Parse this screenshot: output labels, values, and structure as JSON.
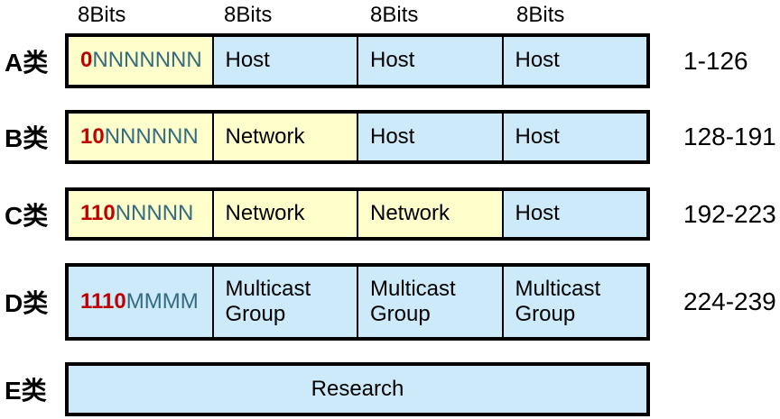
{
  "header": {
    "bits_labels": [
      "8Bits",
      "8Bits",
      "8Bits",
      "8Bits"
    ]
  },
  "colors": {
    "cell_yellow": "#FFFFCC",
    "cell_blue": "#CDEAFA",
    "bit_prefix_red": "#C00000",
    "bit_letters_teal": "#336B80",
    "border_black": "#000000",
    "background_white": "#FFFFFF"
  },
  "rows": [
    {
      "class_label": "A类",
      "range": "1-126",
      "cells": [
        {
          "prefix": "0",
          "suffix": "NNNNNNN",
          "bg": "yellow"
        },
        {
          "text": "Host",
          "bg": "blue"
        },
        {
          "text": "Host",
          "bg": "blue"
        },
        {
          "text": "Host",
          "bg": "blue"
        }
      ]
    },
    {
      "class_label": "B类",
      "range": "128-191",
      "cells": [
        {
          "prefix": "10",
          "suffix": "NNNNNN",
          "bg": "yellow"
        },
        {
          "text": "Network",
          "bg": "yellow"
        },
        {
          "text": "Host",
          "bg": "blue"
        },
        {
          "text": "Host",
          "bg": "blue"
        }
      ]
    },
    {
      "class_label": "C类",
      "range": "192-223",
      "cells": [
        {
          "prefix": "110",
          "suffix": "NNNNN",
          "bg": "yellow"
        },
        {
          "text": "Network",
          "bg": "yellow"
        },
        {
          "text": "Network",
          "bg": "yellow"
        },
        {
          "text": "Host",
          "bg": "blue"
        }
      ]
    },
    {
      "class_label": "D类",
      "range": "224-239",
      "cells": [
        {
          "prefix": "1110",
          "suffix": "MMMM",
          "bg": "blue"
        },
        {
          "text": "Multicast Group",
          "bg": "blue"
        },
        {
          "text": "Multicast Group",
          "bg": "blue"
        },
        {
          "text": "Multicast Group",
          "bg": "blue"
        }
      ]
    },
    {
      "class_label": "E类",
      "cells": [
        {
          "text": "Research",
          "bg": "blue"
        }
      ]
    }
  ]
}
